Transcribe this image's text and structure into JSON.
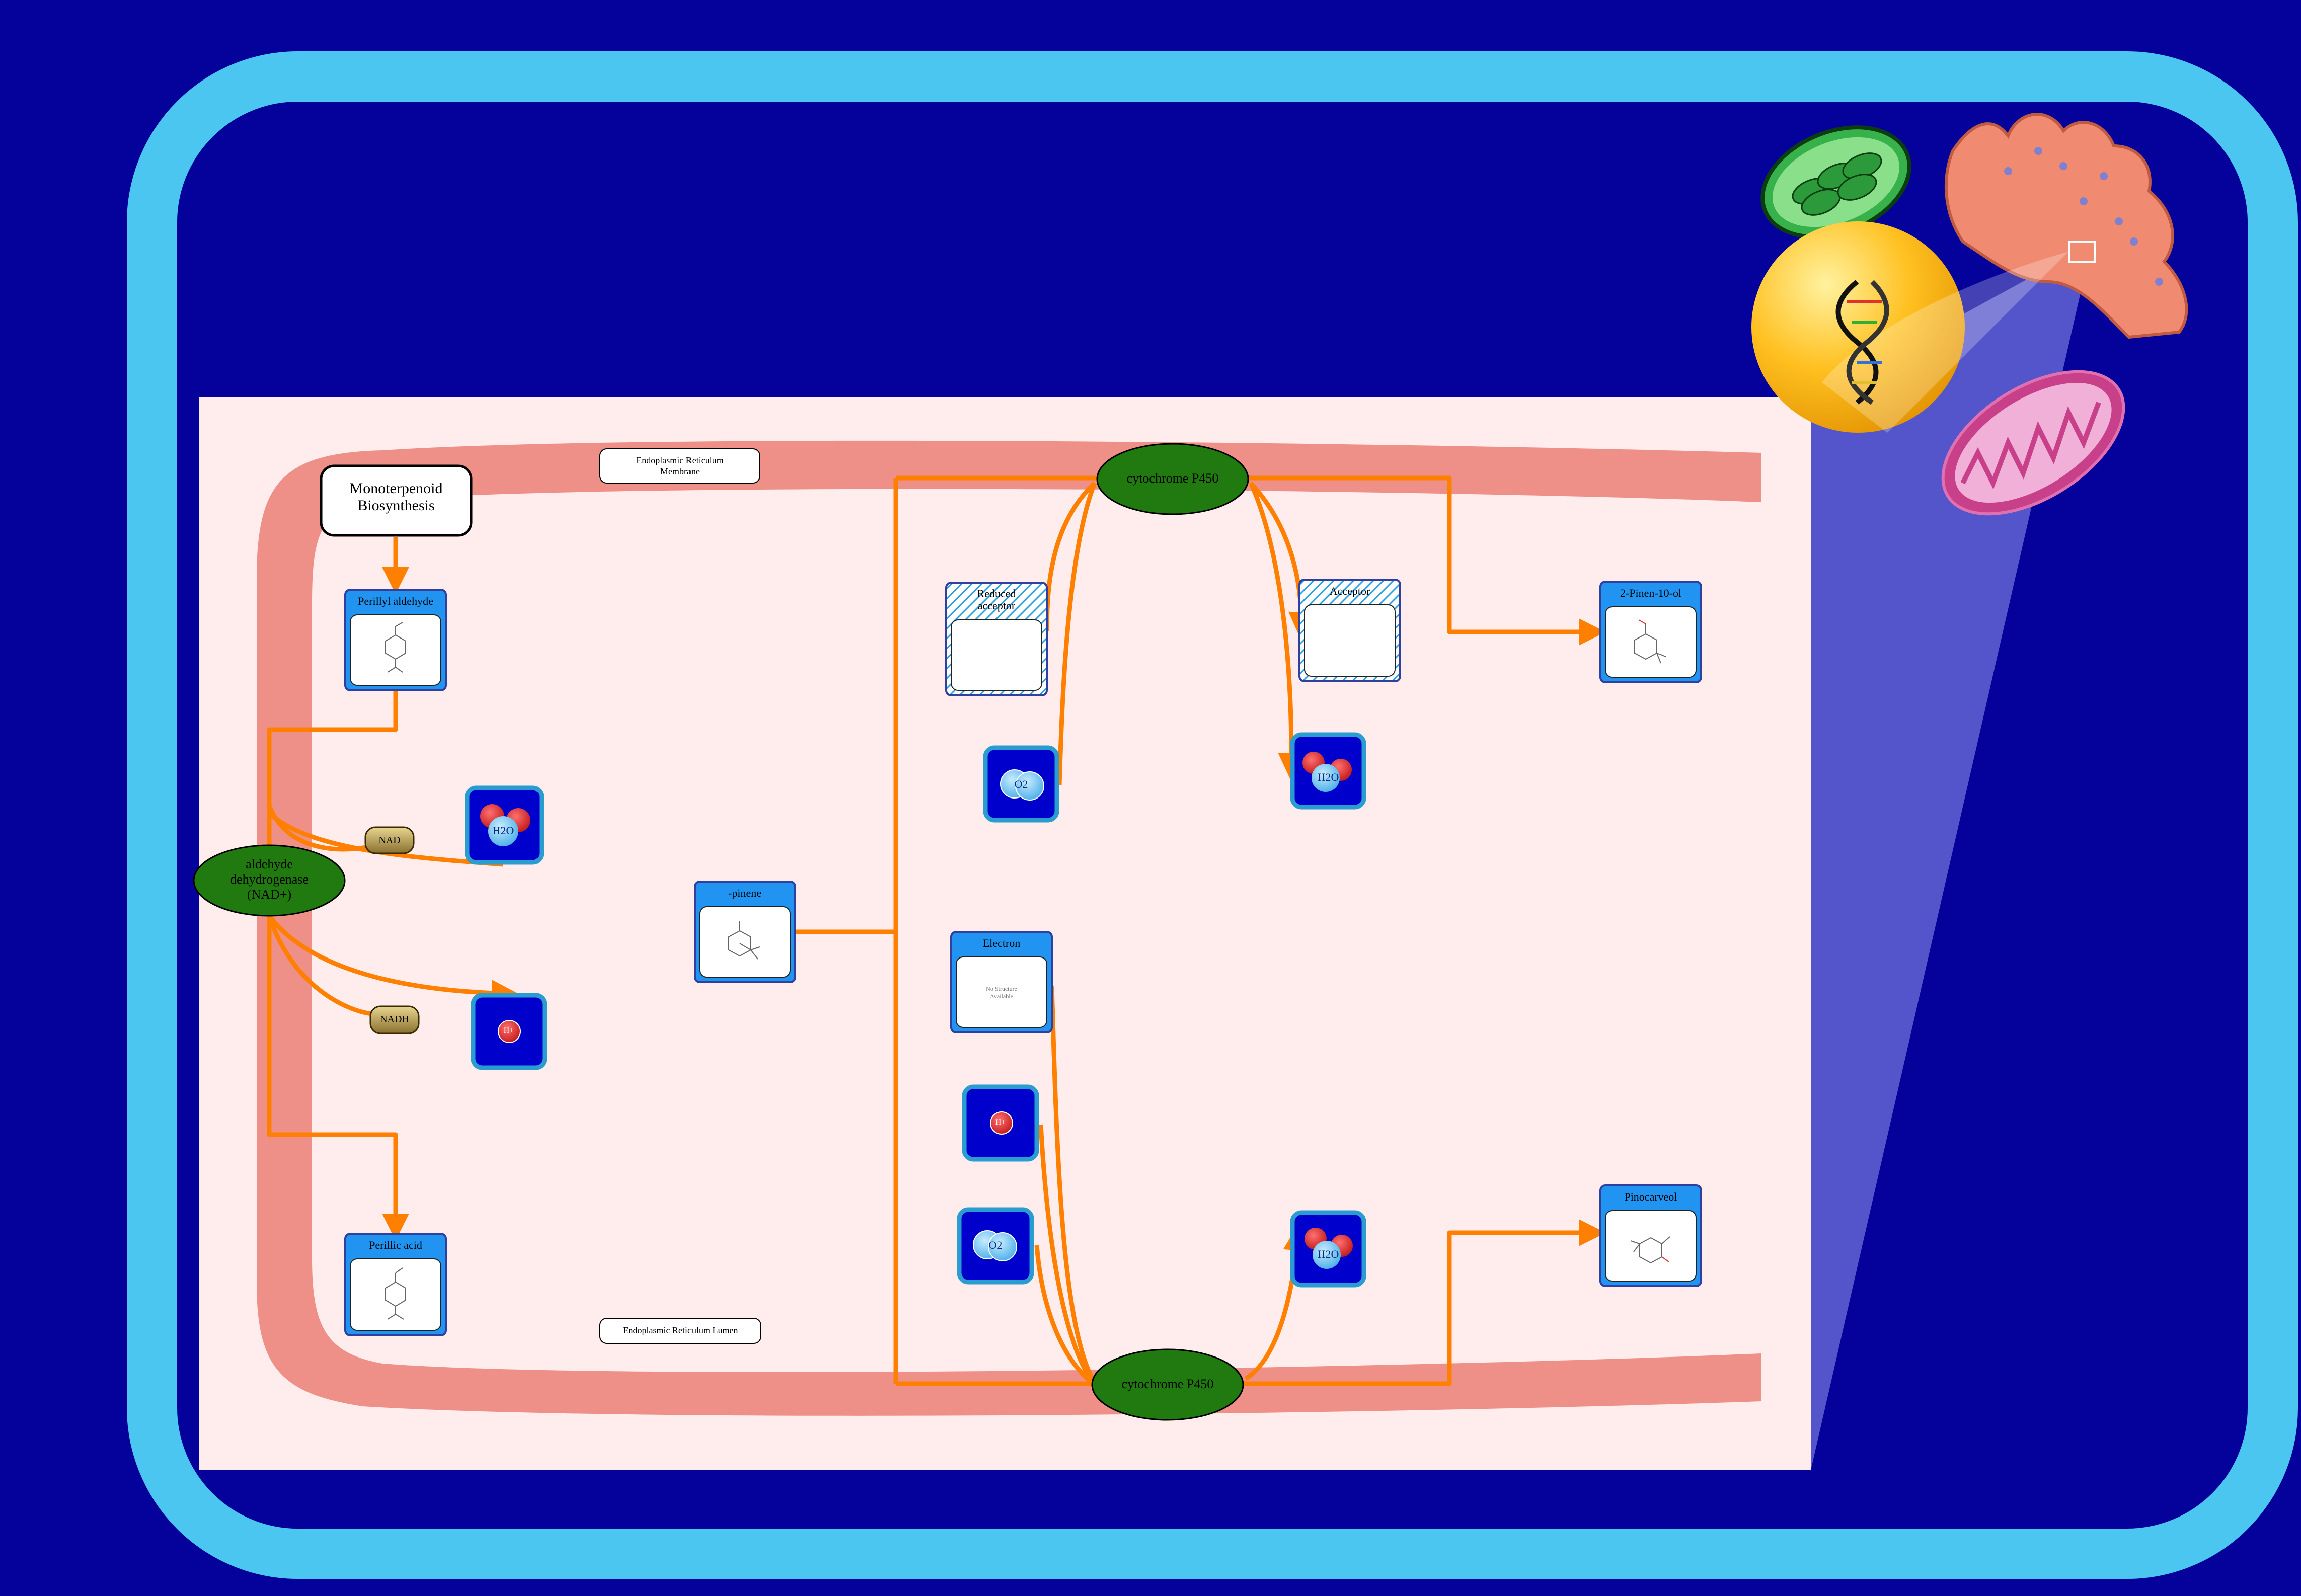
{
  "title": "Monoterpenoid\nBiosynthesis",
  "compartments": {
    "membrane_label": "Endoplasmic Reticulum\nMembrane",
    "lumen_label": "Endoplasmic Reticulum Lumen"
  },
  "enzymes": {
    "aldh": "aldehyde\ndehydrogenase\n(NAD+)",
    "p450_top": "cytochrome P450",
    "p450_bottom": "cytochrome P450"
  },
  "compounds": {
    "perillyl_aldehyde": "Perillyl aldehyde",
    "perillic_acid": "Perillic acid",
    "pinene": "-pinene",
    "electron": "Electron",
    "electron_placeholder": "No Structure\nAvailable",
    "reduced_acceptor": "Reduced\nacceptor",
    "acceptor": "Acceptor",
    "pinen_10_ol": "2-Pinen-10-ol",
    "pinocarveol": "Pinocarveol"
  },
  "cofactors": {
    "nad": "NAD",
    "nadh": "NADH"
  },
  "small_molecules": {
    "water": "H2O",
    "oxygen": "O2",
    "proton": "H+"
  },
  "colors": {
    "background": "#04029a",
    "frame": "#4ac6f0",
    "panel": "#ffecec",
    "membrane": "#ee9088",
    "arrow": "#ff8000",
    "enzyme": "#207a10",
    "compound_box": "#2094f0"
  },
  "organelle_icons": [
    "chloroplast-icon",
    "endoplasmic-reticulum-icon",
    "nucleus-icon",
    "dna-icon",
    "mitochondrion-icon"
  ]
}
